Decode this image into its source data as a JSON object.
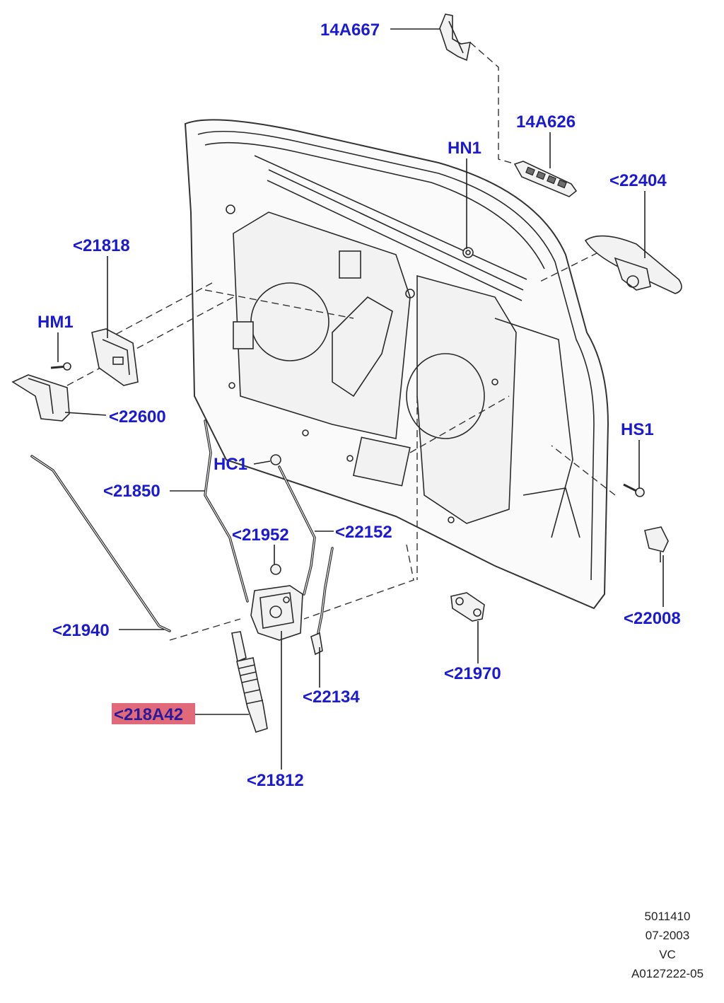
{
  "diagram": {
    "callouts": [
      {
        "id": "14A667",
        "text": "14A667"
      },
      {
        "id": "14A626",
        "text": "14A626"
      },
      {
        "id": "HN1",
        "text": "HN1"
      },
      {
        "id": "22404",
        "text": "<22404"
      },
      {
        "id": "21818",
        "text": "<21818"
      },
      {
        "id": "HM1",
        "text": "HM1"
      },
      {
        "id": "22600",
        "text": "<22600"
      },
      {
        "id": "HS1",
        "text": "HS1"
      },
      {
        "id": "HC1",
        "text": "HC1"
      },
      {
        "id": "21850",
        "text": "<21850"
      },
      {
        "id": "21952",
        "text": "<21952"
      },
      {
        "id": "22152",
        "text": "<22152"
      },
      {
        "id": "22008",
        "text": "<22008"
      },
      {
        "id": "21940",
        "text": "<21940"
      },
      {
        "id": "21970",
        "text": "<21970"
      },
      {
        "id": "22134",
        "text": "<22134"
      },
      {
        "id": "218A42",
        "text": "<218A42",
        "highlighted": true
      },
      {
        "id": "21812",
        "text": "<21812"
      }
    ],
    "highlight_color": "#e06a7a",
    "label_color": "#1a1ad6",
    "footer": {
      "line1": "5011410",
      "line2": "07-2003",
      "line3": "VC",
      "line4": "A0127222-05"
    }
  }
}
